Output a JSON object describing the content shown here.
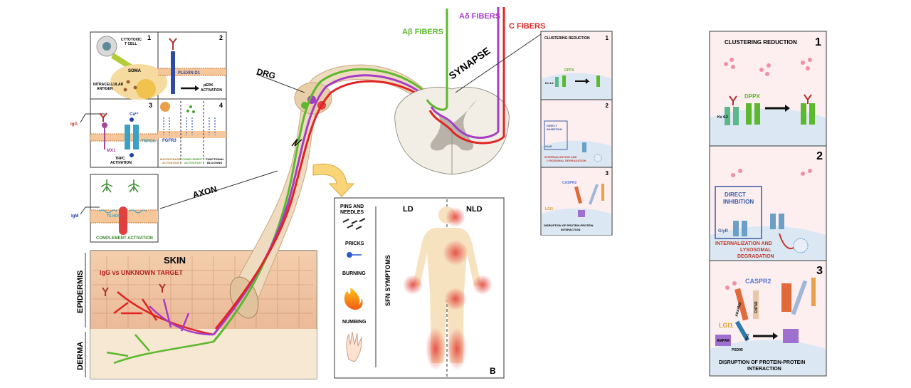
{
  "fibers": {
    "ab": "Aβ FIBERS",
    "ad": "Aδ FIBERS",
    "c": "C FIBERS",
    "colors": {
      "ab": "#5cb82e",
      "ad": "#a63cc6",
      "c": "#e02424"
    }
  },
  "labels": {
    "synapse": "SYNAPSE",
    "drg": "DRG",
    "axon": "AXON",
    "skin": "SKIN",
    "epidermis": "EPIDERMIS",
    "derma": "DERMA",
    "igg_unknown": "IgG vs UNKNOWN TARGET",
    "igg": "IgG",
    "igm": "IgM"
  },
  "panels_left": {
    "p1": {
      "num": "1",
      "cytotoxic": "CYTOTOXIC",
      "tcell": "T CELL",
      "soma": "SOMA",
      "intracellular": "INTRACELLULAR",
      "antigen": "ANTIGEN"
    },
    "p2": {
      "num": "2",
      "plexin": "PLEXIN D1",
      "perk": "pERK",
      "activation": "ACTIVATION"
    },
    "p3": {
      "num": "3",
      "ca": "Ca²⁺",
      "mx1": "MX1",
      "trpc6": "TRPC6",
      "trpc": "TRPC",
      "activation": "ACTIVATION"
    },
    "p4": {
      "num": "4",
      "fgfr3": "FGFR3",
      "macrophage": "MACROPHAGE",
      "activation_a": "ACTIVATION",
      "complement": "COMPLEMENT",
      "activation_b": "ACTIVATION",
      "functional": "FUNCTIONAL",
      "blocking": "BLOCKING"
    },
    "axon_panel": {
      "ts_hds": "TS-HDS",
      "complement_activation": "COMPLEMENT ACTIVATION"
    }
  },
  "symptoms": {
    "side_title": "SFN SYMPTOMS",
    "pins": "PINS AND",
    "needles": "NEEDLES",
    "pricks": "PRICKS",
    "burning": "BURNING",
    "numbing": "NUMBING",
    "ld": "LD",
    "nld": "NLD",
    "panel_letter": "B"
  },
  "small_panel": {
    "p1_title": "CLUSTERING REDUCTION",
    "p1_num": "1",
    "dppx": "DPPX",
    "kv": "Kv 4.2",
    "p2_num": "2",
    "direct": "DIRECT",
    "inhibition": "INHIBITION",
    "glyr": "GlyR",
    "internal": "INTERNALIZATION AND",
    "lyso": "LYSOSOMAL DEGRADATION",
    "p3_num": "3",
    "caspr2": "CASPR2",
    "lgi1": "LGI1",
    "disruption1": "DISRUPTION OF PROTEIN-PROTEIN",
    "disruption2": "INTERACTION"
  },
  "big_panel": {
    "p1_title": "CLUSTERING REDUCTION",
    "p1_num": "1",
    "dppx": "DPPX",
    "kv": "Kv 4.2",
    "p2_num": "2",
    "direct": "DIRECT",
    "inhibition": "INHIBITION",
    "glyr": "GlyR",
    "internal": "INTERNALIZATION AND",
    "lyso": "LYSOSOMAL",
    "degradation": "DEGRADATION",
    "p3_num": "3",
    "caspr2": "CASPR2",
    "adam22": "ADAM22",
    "cntn2": "CNTN2",
    "lgi1": "LGI1",
    "kv_b": "Kv1",
    "ampar": "AMPAR",
    "psd95": "PSD95",
    "disruption1": "DISRUPTION OF PROTEIN-PROTEIN",
    "disruption2": "INTERACTION"
  }
}
